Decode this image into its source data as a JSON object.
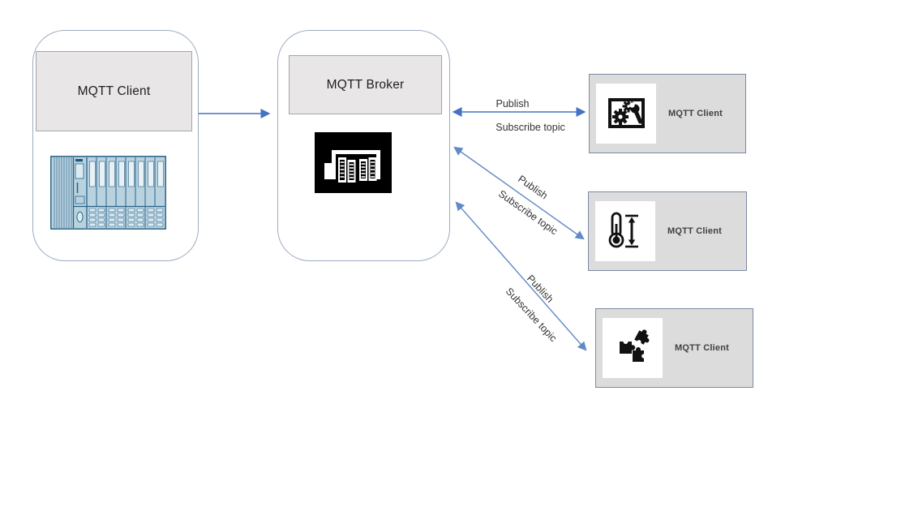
{
  "nodes": {
    "left": {
      "title": "MQTT Client",
      "image": "plc-rack"
    },
    "broker": {
      "title": "MQTT Broker",
      "logo": "data-center-logo"
    },
    "clients": [
      {
        "label": "MQTT Client",
        "icon": "settings-wrench-icon"
      },
      {
        "label": "MQTT Client",
        "icon": "thermometer-range-icon"
      },
      {
        "label": "MQTT Client",
        "icon": "puzzle-pieces-icon"
      }
    ]
  },
  "links": [
    {
      "publish": "Publish",
      "subscribe": "Subscribe topic"
    },
    {
      "publish": "Publish",
      "subscribe": "Subscribe topic"
    },
    {
      "publish": "Publish",
      "subscribe": "Subscribe topic"
    }
  ],
  "colors": {
    "arrow_blue": "#4472c4",
    "diagonal_arrow_blue": "#6089c7",
    "container_border": "#9cacc0",
    "header_fill": "#e8e6e6",
    "client_box_fill": "#dcdcdc",
    "client_box_border": "#7a8aa0",
    "logo_background": "#000000",
    "plc_outline": "#2a6486",
    "plc_fill": "#b9d2e0"
  }
}
